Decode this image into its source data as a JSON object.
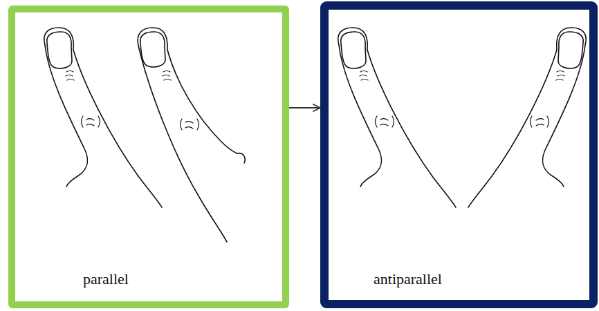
{
  "diagram": {
    "nodes": [
      {
        "text": [
          "parallel"
        ]
      },
      {
        "text": [
          "antiparallel"
        ]
      }
    ],
    "edges": [
      {
        "from": 0,
        "to": 1,
        "arrow": "to"
      }
    ]
  }
}
